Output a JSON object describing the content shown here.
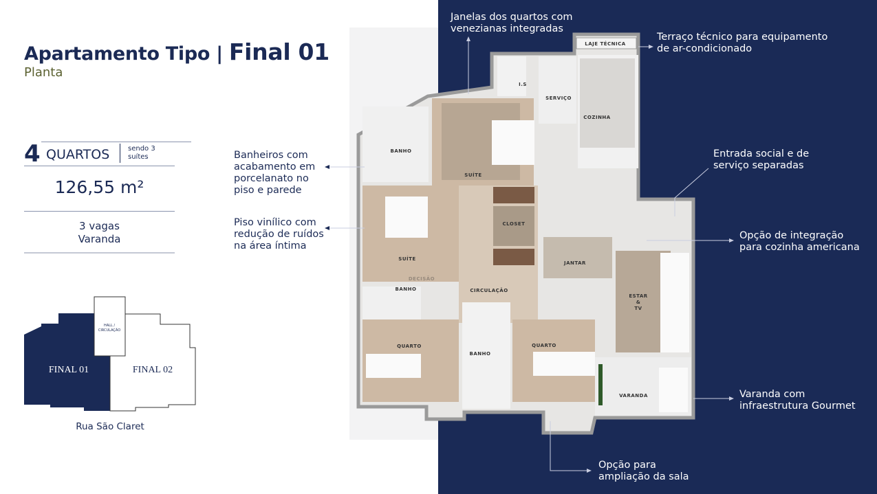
{
  "header": {
    "title": "Apartamento Tipo | ",
    "title_strong": "Final 01",
    "subtitle": "Planta"
  },
  "specs": {
    "bedrooms_count": "4",
    "bedrooms_label": "QUARTOS",
    "suites_note_1": "sendo 3",
    "suites_note_2": "suítes",
    "area": "126,55 m²",
    "parking": "3 vagas",
    "balcony": "Varanda"
  },
  "key_plan": {
    "hall": "HALL /",
    "hall2": "CIRCULAÇÃO",
    "final01": "FINAL 01",
    "final02": "FINAL 02",
    "street": "Rua São Claret"
  },
  "rooms": {
    "laje": "LAJE TÉCNICA",
    "is": "I.S",
    "servico": "SERVIÇO",
    "cozinha": "COZINHA",
    "banho1": "BANHO",
    "suite1": "SUÍTE",
    "suite2": "SUÍTE",
    "closet": "CLOSET",
    "jantar": "JANTAR",
    "banho2": "BANHO",
    "circulacao": "CIRCULAÇÃO",
    "estar": "ESTAR",
    "amp": "&",
    "tv": "TV",
    "quarto1": "QUARTO",
    "banho3": "BANHO",
    "quarto2": "QUARTO",
    "varanda": "VARANDA",
    "watermark": "DECISÃO"
  },
  "annotations": {
    "janelas": [
      "Janelas dos quartos com",
      "venezianas integradas"
    ],
    "terraco": [
      "Terraço técnico para equipamento",
      "de ar-condicionado"
    ],
    "banheiros": [
      "Banheiros com",
      "acabamento em",
      "porcelanato no",
      "piso e parede"
    ],
    "piso": [
      "Piso vinílico com",
      "redução de ruídos",
      "na área íntima"
    ],
    "entrada": [
      "Entrada social e de",
      "serviço separadas"
    ],
    "integracao": [
      "Opção de integração",
      "para cozinha americana"
    ],
    "varanda": [
      "Varanda com",
      "infraestrutura Gourmet"
    ],
    "ampliacao": [
      "Opção para",
      "ampliação da sala"
    ]
  },
  "colors": {
    "navy": "#1a2a56",
    "olive": "#5b6131"
  }
}
